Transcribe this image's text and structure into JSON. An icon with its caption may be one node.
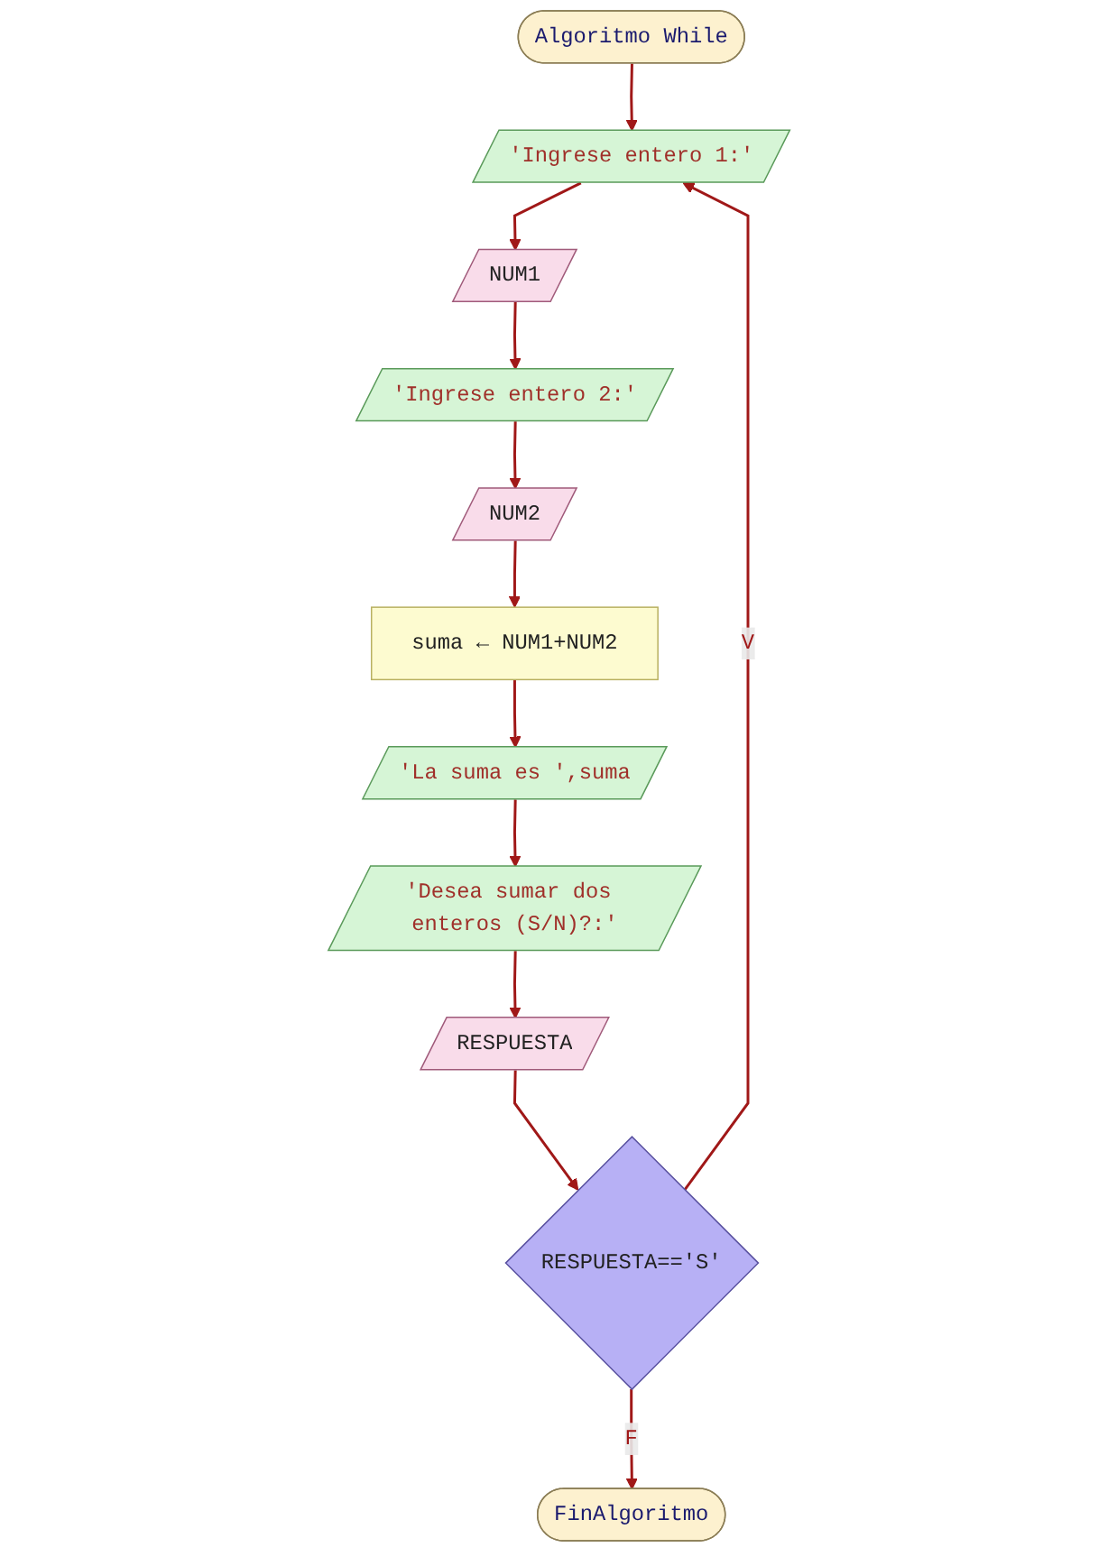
{
  "diagram": {
    "nodes": [
      {
        "text": [
          "Algoritmo While"
        ]
      },
      {
        "text": [
          "'Ingrese entero 1:'"
        ]
      },
      {
        "text": [
          "NUM1"
        ]
      },
      {
        "text": [
          "'Ingrese entero 2:'"
        ]
      },
      {
        "text": [
          "NUM2"
        ]
      },
      {
        "text": [
          "suma ← NUM1+NUM2"
        ]
      },
      {
        "text": [
          "'La suma es ',suma"
        ]
      },
      {
        "text": [
          "'Desea sumar dos enteros (S/N)?:'"
        ]
      },
      {
        "text": [
          "RESPUESTA"
        ]
      },
      {
        "text": [
          "RESPUESTA=='S'"
        ]
      },
      {
        "text": [
          "FinAlgoritmo"
        ]
      }
    ],
    "edges": [
      {
        "from": 0,
        "to": 1,
        "arrow": "to"
      },
      {
        "from": 1,
        "to": 2,
        "arrow": "to"
      },
      {
        "from": 2,
        "to": 3,
        "arrow": "to"
      },
      {
        "from": 3,
        "to": 4,
        "arrow": "to"
      },
      {
        "from": 4,
        "to": 5,
        "arrow": "to"
      },
      {
        "from": 5,
        "to": 6,
        "arrow": "to"
      },
      {
        "from": 6,
        "to": 7,
        "arrow": "to"
      },
      {
        "from": 7,
        "to": 8,
        "arrow": "to"
      },
      {
        "from": 8,
        "to": 9,
        "arrow": "to"
      },
      {
        "from": 9,
        "to": 1,
        "label": "V",
        "arrow": "to"
      },
      {
        "from": 9,
        "to": 10,
        "label": "F",
        "arrow": "to"
      }
    ]
  }
}
